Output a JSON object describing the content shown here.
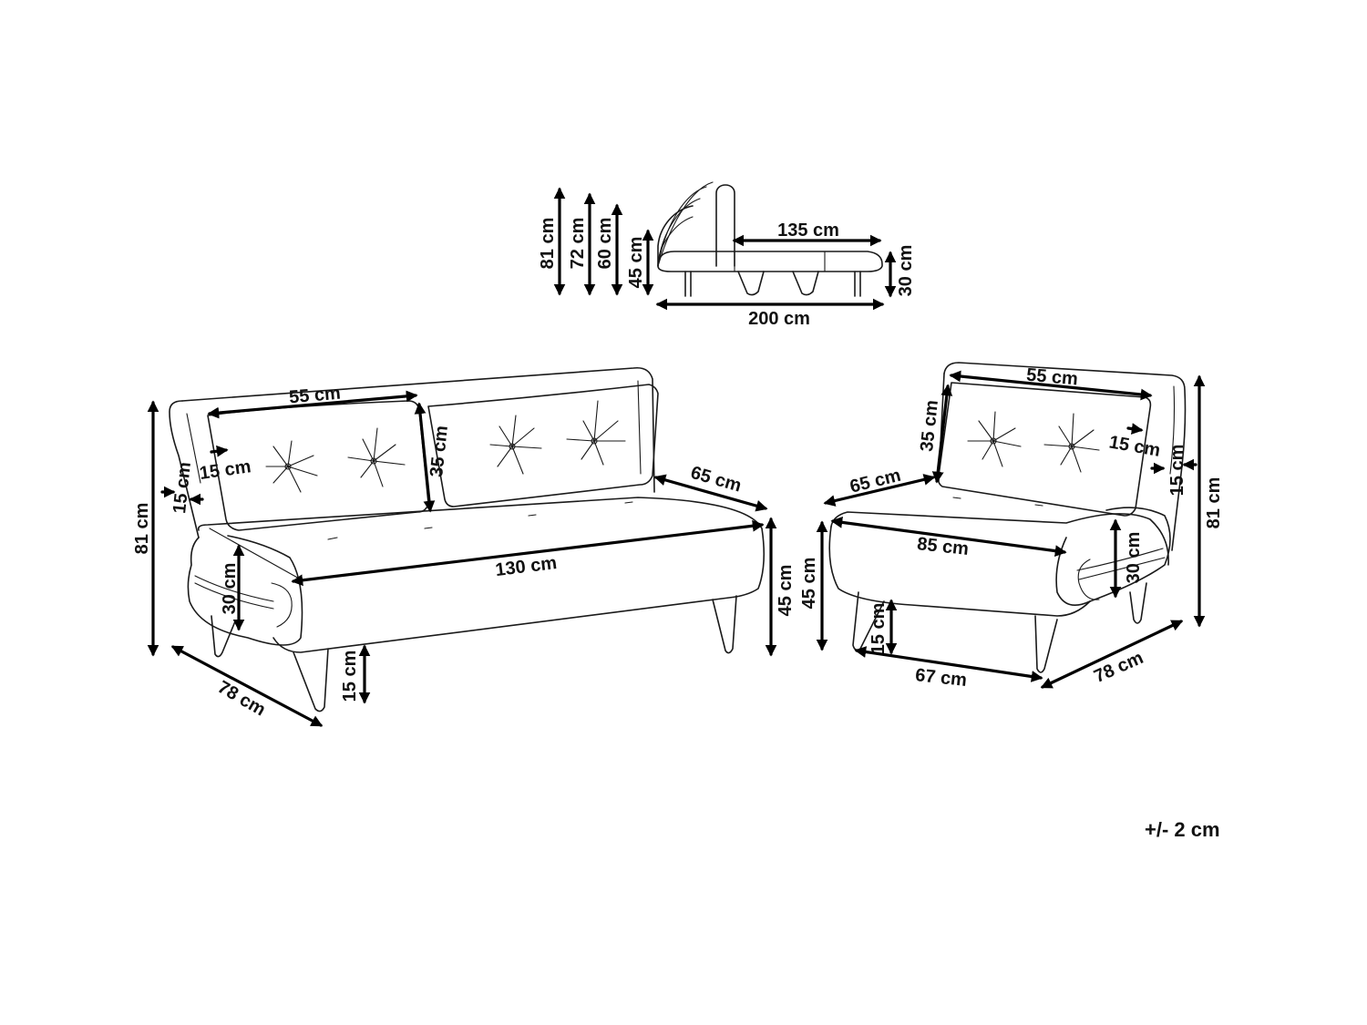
{
  "tolerance": "+/- 2 cm",
  "profile_view": {
    "heights": [
      "81 cm",
      "72 cm",
      "60 cm",
      "45 cm"
    ],
    "bed_length": "135 cm",
    "bed_height": "30 cm",
    "total_length": "200 cm"
  },
  "sofa": {
    "cushion_width": "55 cm",
    "cushion_height": "35 cm",
    "cushion_inset": "15 cm",
    "side_thickness": "15 cm",
    "total_height": "81 cm",
    "arm_height": "30 cm",
    "seat_depth": "65 cm",
    "seat_width": "130 cm",
    "seat_height": "45 cm",
    "leg_height": "15 cm",
    "total_depth": "78 cm"
  },
  "armchair": {
    "cushion_width": "55 cm",
    "cushion_height": "35 cm",
    "cushion_inset": "15 cm",
    "side_thickness": "15 cm",
    "total_height": "81 cm",
    "seat_depth": "65 cm",
    "seat_width": "85 cm",
    "arm_height": "30 cm",
    "seat_height": "45 cm",
    "leg_height": "15 cm",
    "leg_span": "67 cm",
    "total_depth": "78 cm"
  }
}
